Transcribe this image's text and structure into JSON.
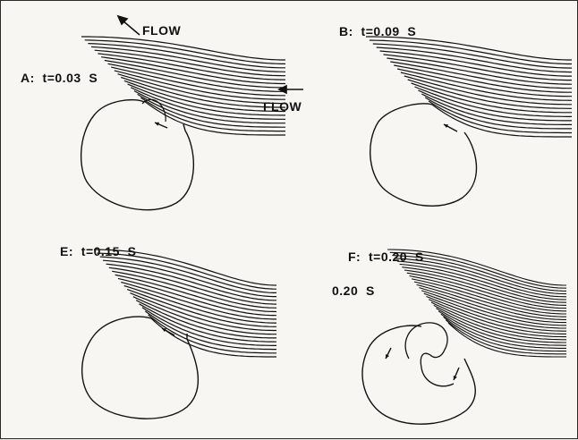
{
  "panels": [
    {
      "id": "A",
      "label": "A:  t=0.03  S"
    },
    {
      "id": "B",
      "label": "B:  t=0.09  S"
    },
    {
      "id": "E",
      "label": "E:  t=0.15  S"
    },
    {
      "id": "F",
      "label": "F:  t=0.20  S",
      "sublabel": "0.20  S"
    }
  ],
  "flow_labels": {
    "top": "FLOW",
    "right": "FLOW"
  },
  "colors": {
    "ink": "#111111",
    "paper": "#f7f6f2"
  },
  "icons": [
    "flow-arrow-icon",
    "vortex-arrow-icon"
  ]
}
